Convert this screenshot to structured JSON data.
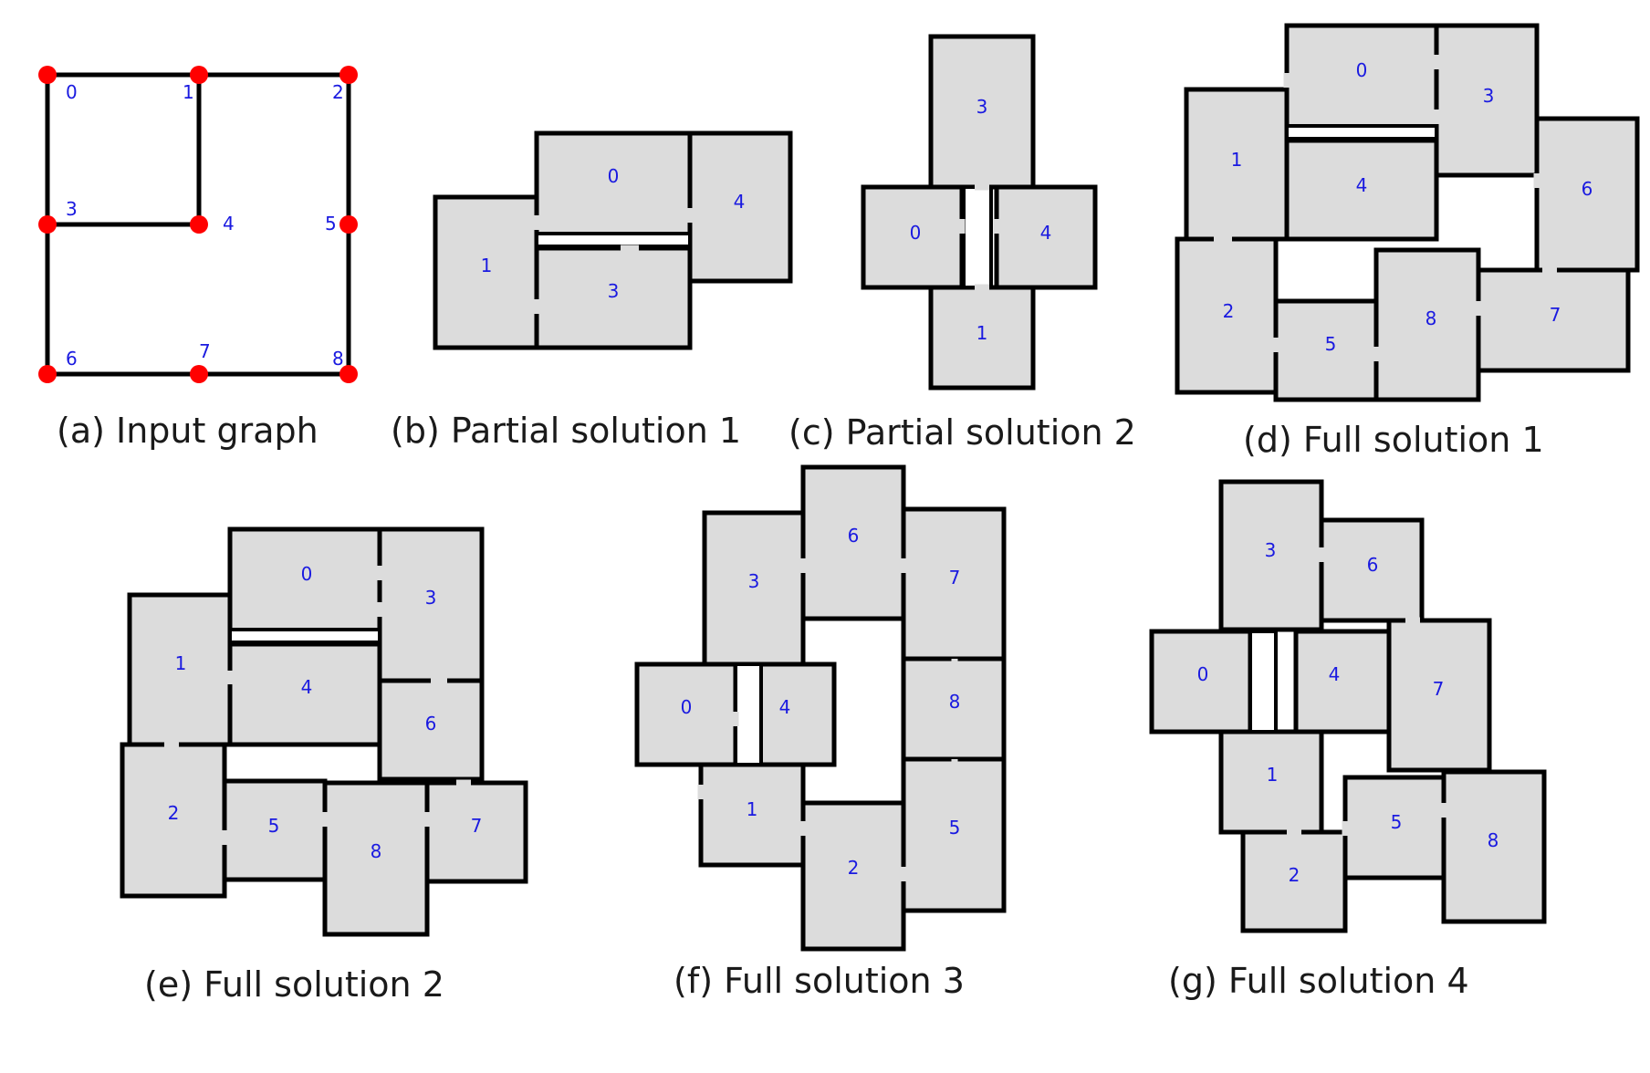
{
  "panels": [
    {
      "id": "a",
      "caption": "(a) Input graph",
      "nodes": [
        {
          "id": 0,
          "label": "0"
        },
        {
          "id": 1,
          "label": "1"
        },
        {
          "id": 2,
          "label": "2"
        },
        {
          "id": 3,
          "label": "3"
        },
        {
          "id": 4,
          "label": "4"
        },
        {
          "id": 5,
          "label": "5"
        },
        {
          "id": 6,
          "label": "6"
        },
        {
          "id": 7,
          "label": "7"
        },
        {
          "id": 8,
          "label": "8"
        }
      ],
      "edges": [
        [
          0,
          1
        ],
        [
          1,
          2
        ],
        [
          0,
          3
        ],
        [
          1,
          4
        ],
        [
          3,
          4
        ],
        [
          2,
          5
        ],
        [
          3,
          6
        ],
        [
          5,
          8
        ],
        [
          6,
          7
        ],
        [
          7,
          8
        ]
      ]
    },
    {
      "id": "b",
      "caption": "(b) Partial solution 1",
      "rooms": [
        "0",
        "1",
        "3",
        "4"
      ]
    },
    {
      "id": "c",
      "caption": "(c) Partial solution 2",
      "rooms": [
        "0",
        "1",
        "3",
        "4"
      ]
    },
    {
      "id": "d",
      "caption": "(d) Full solution 1",
      "rooms": [
        "0",
        "1",
        "2",
        "3",
        "4",
        "5",
        "6",
        "7",
        "8"
      ]
    },
    {
      "id": "e",
      "caption": "(e) Full solution 2",
      "rooms": [
        "0",
        "1",
        "2",
        "3",
        "4",
        "5",
        "6",
        "7",
        "8"
      ]
    },
    {
      "id": "f",
      "caption": "(f) Full solution 3",
      "rooms": [
        "0",
        "1",
        "2",
        "3",
        "4",
        "5",
        "6",
        "7",
        "8"
      ]
    },
    {
      "id": "g",
      "caption": "(g) Full solution 4",
      "rooms": [
        "0",
        "1",
        "2",
        "3",
        "4",
        "5",
        "6",
        "7",
        "8"
      ]
    }
  ],
  "colors": {
    "room_fill": "#dcdcdc",
    "wall": "#000000",
    "node": "#ff0000",
    "label": "#1a1ae0"
  }
}
